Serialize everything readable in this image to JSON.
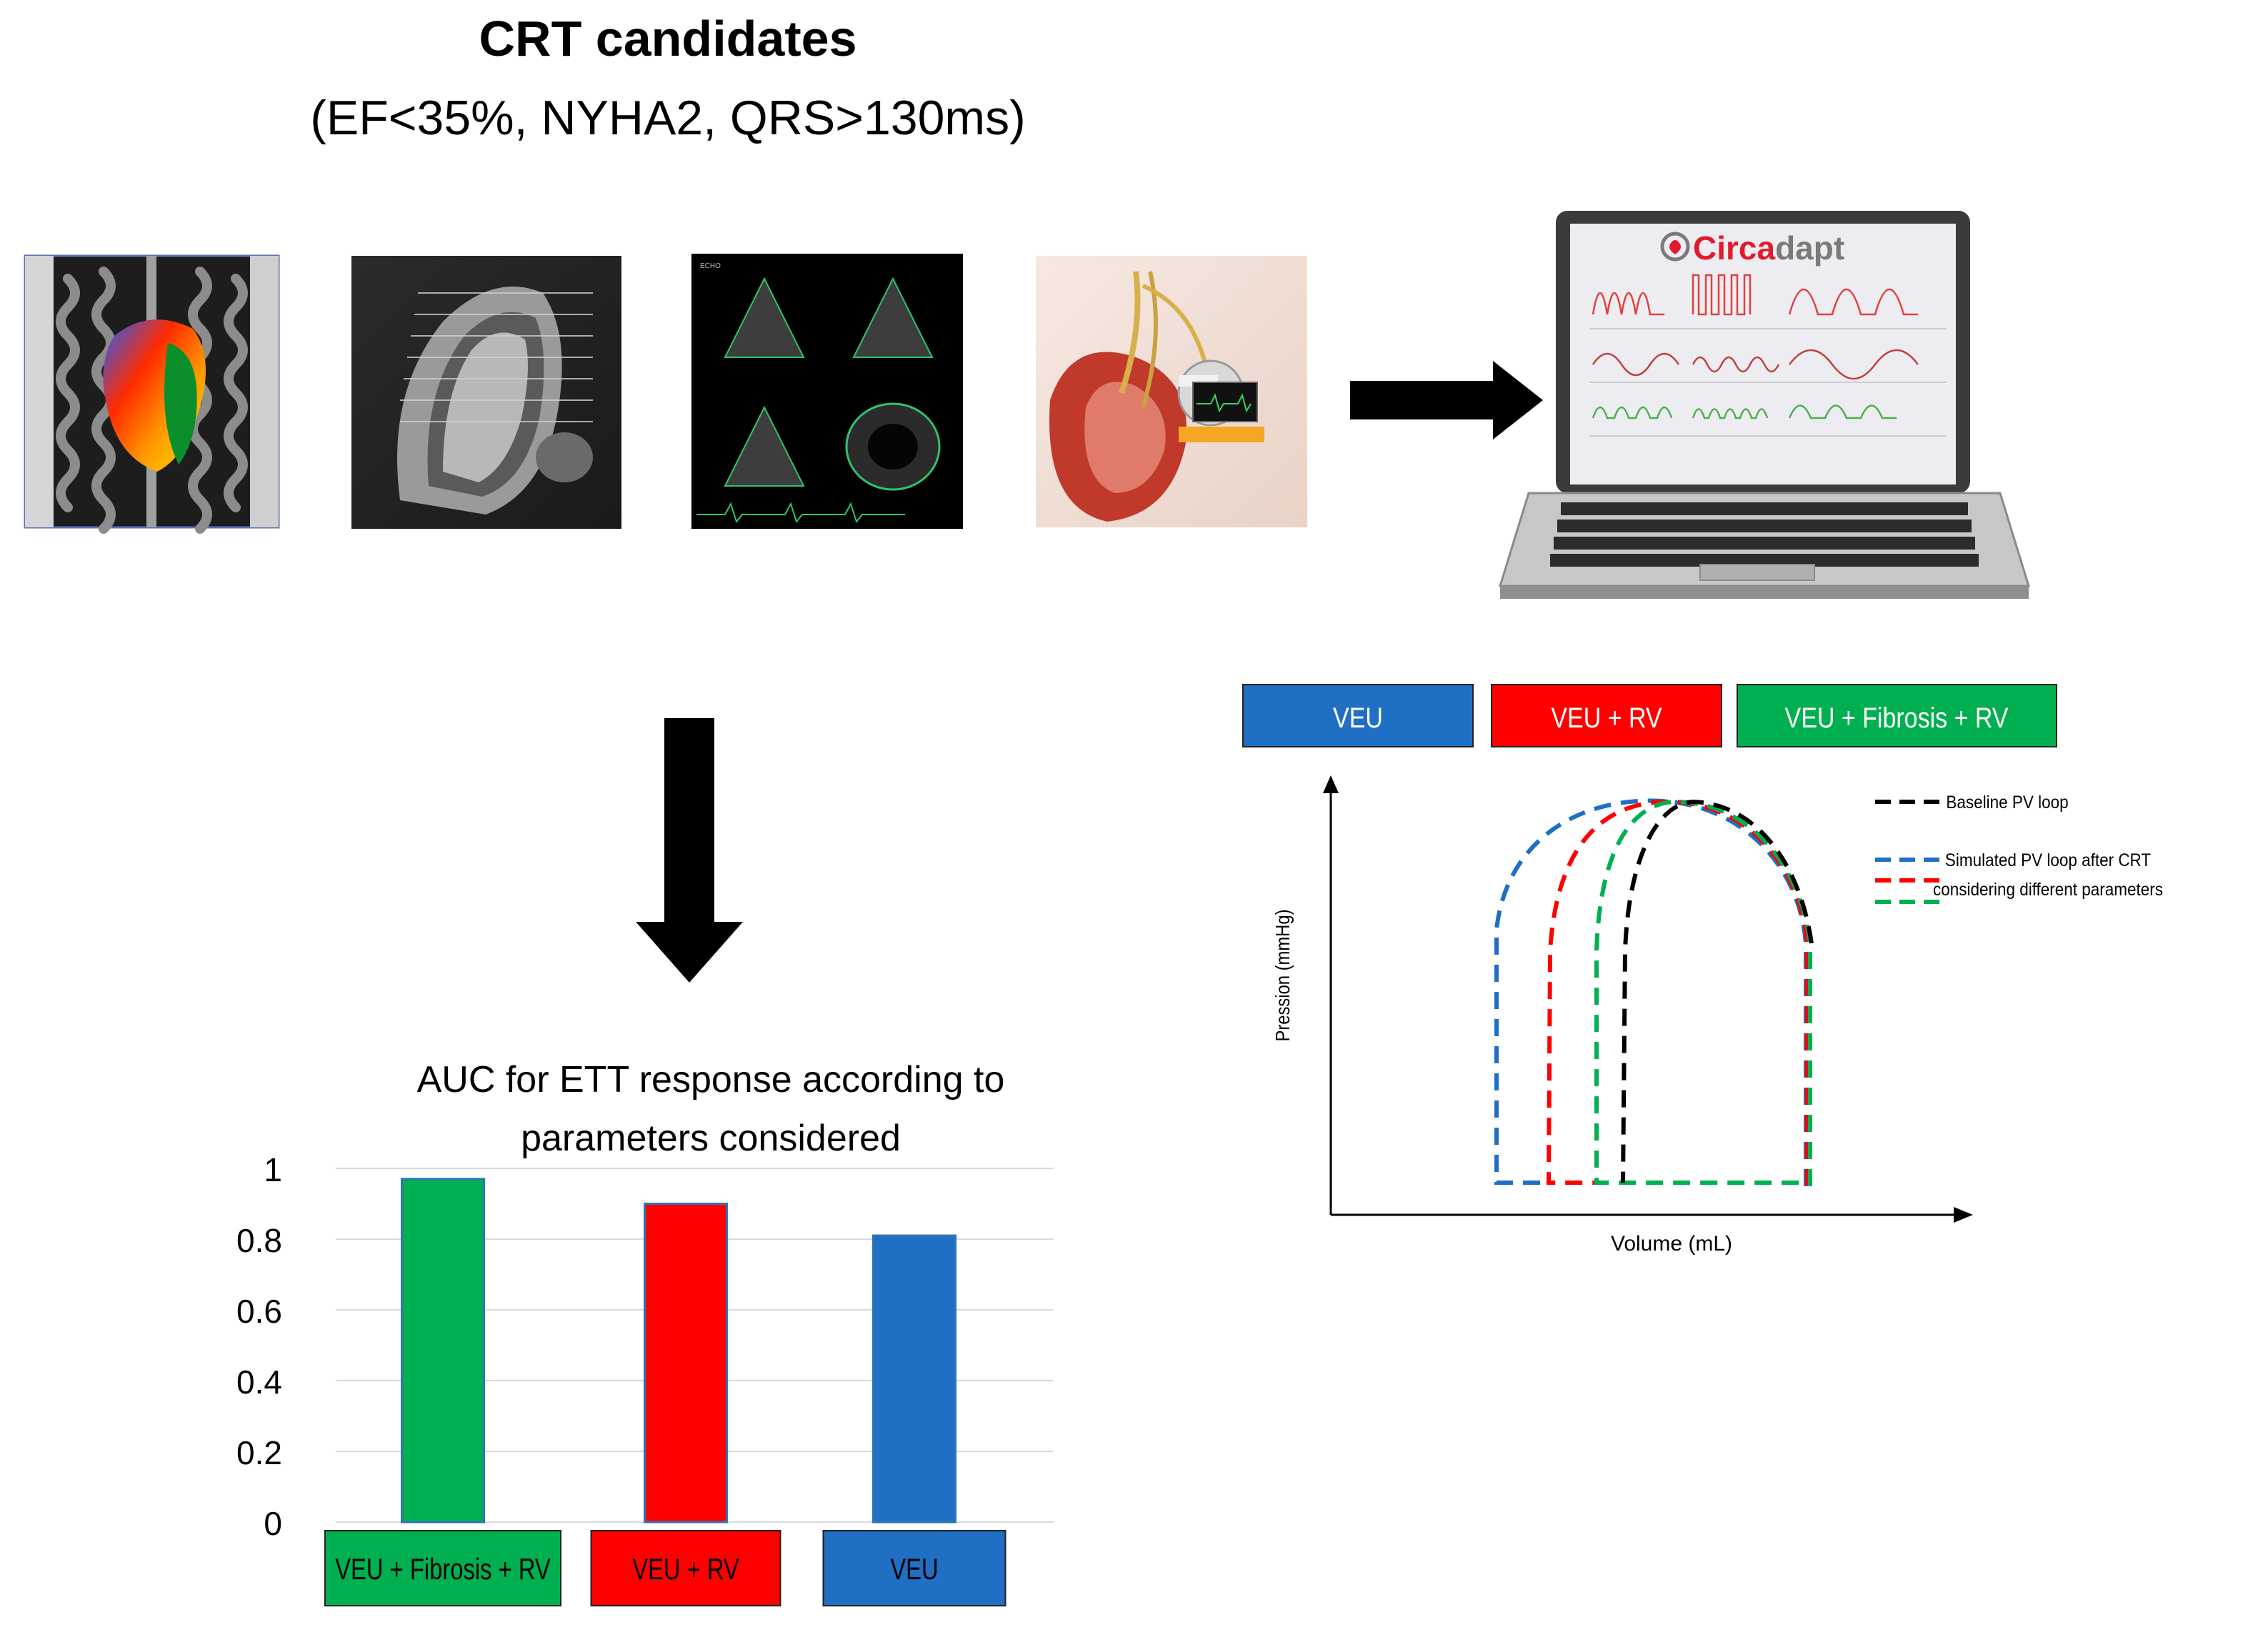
{
  "title": {
    "line1": "CRT candidates",
    "line2": "(EF<35%, NYHA2, QRS>130ms)"
  },
  "laptop": {
    "logo_prefix": "Circ",
    "logo_accent": "a",
    "logo_suffix": "dapt"
  },
  "model_tags": [
    {
      "label": "VEU",
      "color": "#1f6fc5"
    },
    {
      "label": "VEU + RV",
      "color": "#ff0000"
    },
    {
      "label": "VEU + Fibrosis + RV",
      "color": "#00b050"
    }
  ],
  "pv_plot": {
    "ylabel": "Pression (mmHg)",
    "xlabel": "Volume (mL)",
    "legend": {
      "baseline": "Baseline PV loop",
      "simulated_line1": "Simulated PV loop after CRT",
      "simulated_line2": "considering different parameters"
    }
  },
  "chart_data": {
    "type": "bar",
    "title_line1": "AUC for ETT response according to",
    "title_line2": "parameters considered",
    "categories": [
      "VEU + Fibrosis + RV",
      "VEU + RV",
      "VEU"
    ],
    "values": [
      0.97,
      0.9,
      0.81
    ],
    "colors": [
      "#00b050",
      "#ff0000",
      "#1f6fc5"
    ],
    "ylim": [
      0,
      1
    ],
    "yticks": [
      "0",
      "0.2",
      "0.4",
      "0.6",
      "0.8",
      "1"
    ],
    "grid": true
  },
  "colors": {
    "green": "#00b050",
    "red": "#ff0000",
    "blue": "#1f6fc5",
    "black": "#000000"
  }
}
